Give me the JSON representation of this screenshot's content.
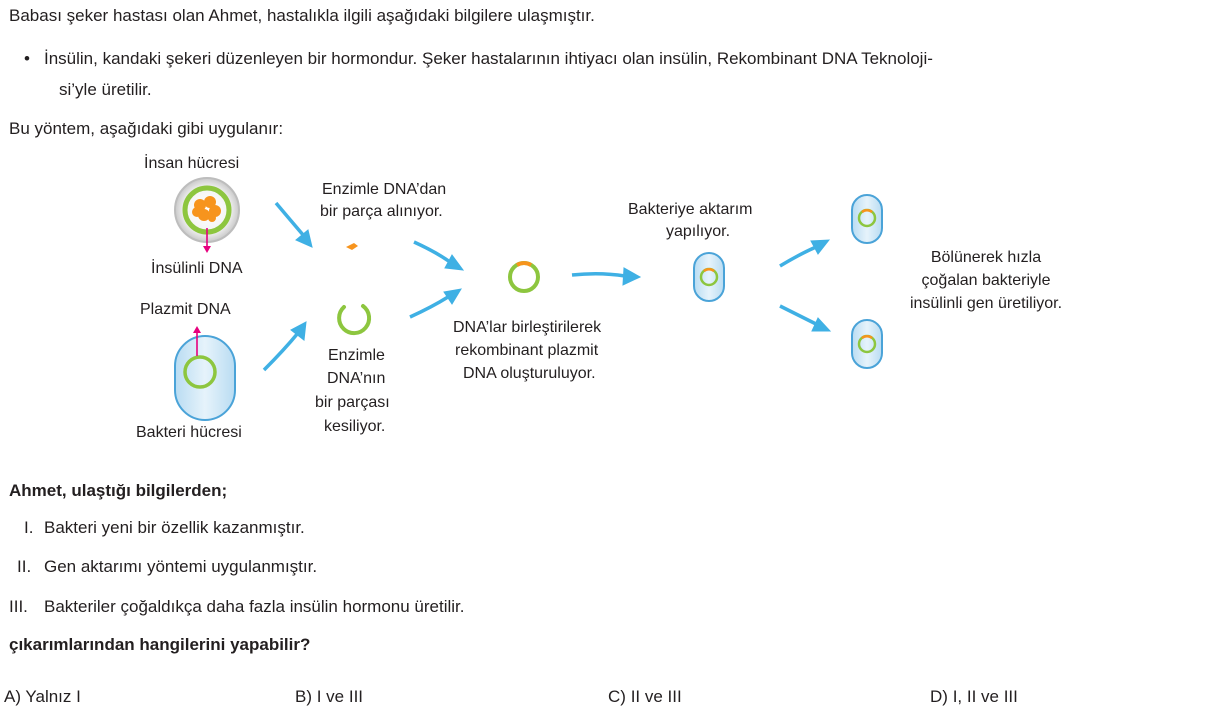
{
  "intro": "Babası şeker hastası olan Ahmet, hastalıkla ilgili aşağıdaki bilgilere ulaşmıştır.",
  "bullet_line1": "İnsülin, kandaki şekeri düzenleyen bir hormondur. Şeker hastalarının ihtiyacı olan insülin, Rekombinant DNA Teknoloji-",
  "bullet_line2": "si’yle üretilir.",
  "method_intro": "Bu yöntem, aşağıdaki gibi uygulanır:",
  "diagram": {
    "human_cell": "İnsan hücresi",
    "insulin_dna": "İnsülinli DNA",
    "plasmid_dna": "Plazmit DNA",
    "bacteria_cell": "Bakteri hücresi",
    "enzyme_piece": [
      "Enzimle DNA’dan",
      "bir parça alınıyor."
    ],
    "enzyme_cut": [
      "Enzimle",
      "DNA’nın",
      "bir parçası",
      "kesiliyor."
    ],
    "combine": [
      "DNA’lar birleştirilerek",
      "rekombinant plazmit",
      "DNA oluşturuluyor."
    ],
    "transfer": [
      "Bakteriye aktarım",
      "yapılıyor."
    ],
    "divide": [
      "Bölünerek hızla",
      "çoğalan bakteriyle",
      "insülinli gen üretiliyor."
    ],
    "colors": {
      "arrow": "#3fb0e4",
      "plasmid": "#8dc63f",
      "dna_fragment": "#f7941d",
      "bacteria_fill": "#cfe6f5",
      "bacteria_edge": "#4aa3d8",
      "pointer": "#e6007e"
    }
  },
  "question_intro": "Ahmet, ulaştığı bilgilerden;",
  "statements": [
    {
      "num": "I.",
      "text": "Bakteri yeni bir özellik kazanmıştır."
    },
    {
      "num": "II.",
      "text": "Gen aktarımı yöntemi uygulanmıştır."
    },
    {
      "num": "III.",
      "text": "Bakteriler çoğaldıkça daha fazla insülin hormonu üretilir."
    }
  ],
  "question": "çıkarımlarından hangilerini yapabilir?",
  "options": [
    {
      "label": "A)",
      "text": "Yalnız I"
    },
    {
      "label": "B)",
      "text": "I ve III"
    },
    {
      "label": "C)",
      "text": "II ve III"
    },
    {
      "label": "D)",
      "text": "I, II ve III"
    }
  ]
}
